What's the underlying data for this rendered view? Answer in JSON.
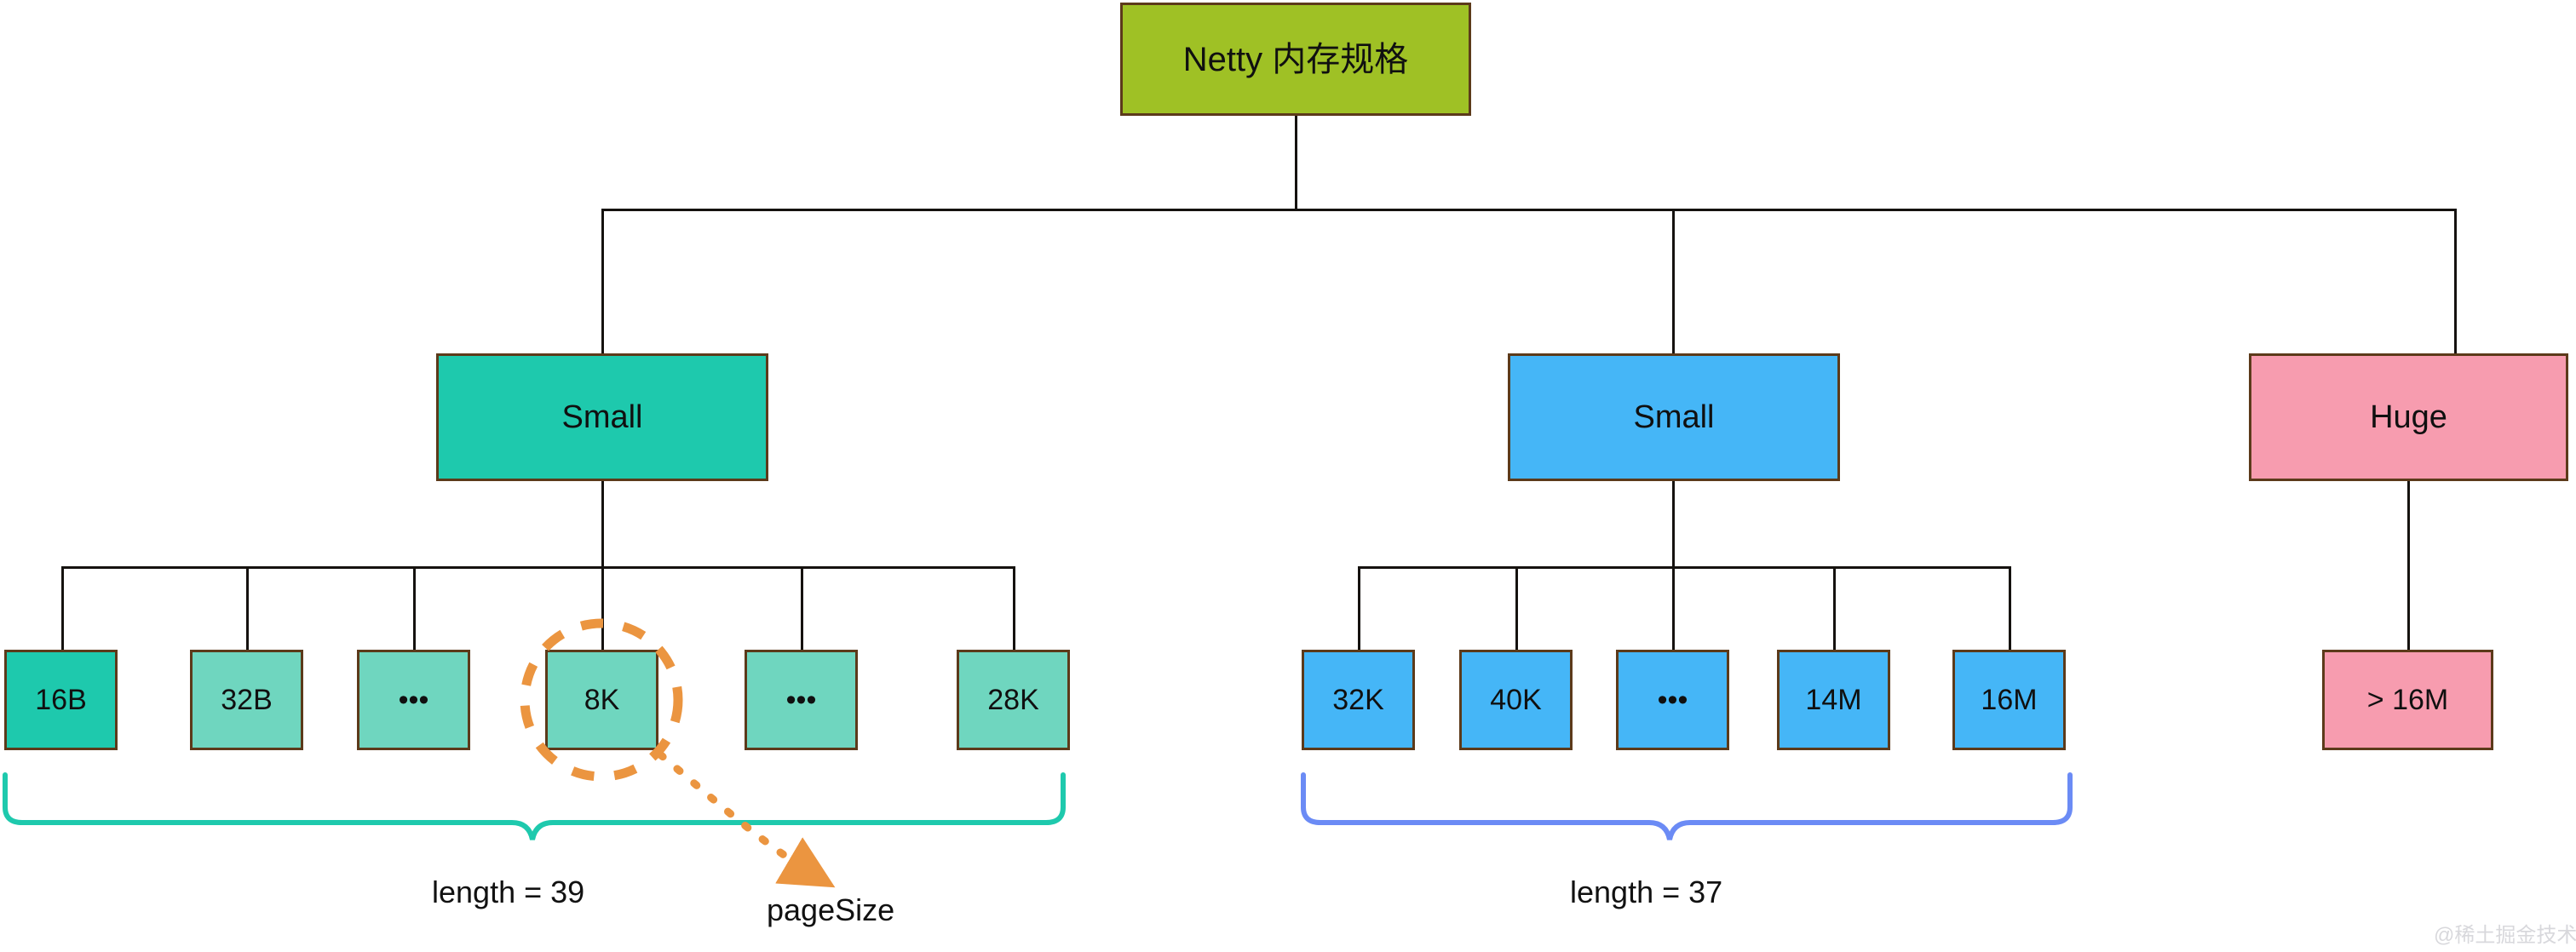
{
  "diagram": {
    "title": "Netty 内存规格",
    "root": {
      "label": "Netty 内存规格",
      "fill": "#9fc125"
    },
    "groups": [
      {
        "id": "small-teal",
        "label": "Small",
        "fill": "#1ec9ad",
        "brace_color": "#1ec9ad",
        "brace_label": "length = 39",
        "leaves": [
          {
            "label": "16B",
            "fill": "#1ec9ad",
            "highlighted": false
          },
          {
            "label": "32B",
            "fill": "#6fd6bf",
            "highlighted": false
          },
          {
            "label": "•••",
            "fill": "#6fd6bf",
            "highlighted": false
          },
          {
            "label": "8K",
            "fill": "#6fd6bf",
            "highlighted": true
          },
          {
            "label": "•••",
            "fill": "#6fd6bf",
            "highlighted": false
          },
          {
            "label": "28K",
            "fill": "#6fd6bf",
            "highlighted": false
          }
        ]
      },
      {
        "id": "small-blue",
        "label": "Small",
        "fill": "#45b6f7",
        "brace_color": "#6b8bf5",
        "brace_label": "length = 37",
        "leaves": [
          {
            "label": "32K",
            "fill": "#45b6f7",
            "highlighted": false
          },
          {
            "label": "40K",
            "fill": "#45b6f7",
            "highlighted": false
          },
          {
            "label": "•••",
            "fill": "#45b6f7",
            "highlighted": false
          },
          {
            "label": "14M",
            "fill": "#45b6f7",
            "highlighted": false
          },
          {
            "label": "16M",
            "fill": "#45b6f7",
            "highlighted": false
          }
        ]
      },
      {
        "id": "huge",
        "label": "Huge",
        "fill": "#f79caf",
        "brace_color": null,
        "brace_label": null,
        "leaves": [
          {
            "label": "> 16M",
            "fill": "#f79caf",
            "highlighted": false
          }
        ]
      }
    ],
    "annotation": {
      "callout_label": "pageSize",
      "callout_color": "#eb9540",
      "callout_target": "8K"
    },
    "watermark": "@稀土掘金技术社区",
    "line_color": "#15120f",
    "border_color": "#5c3a1a"
  }
}
